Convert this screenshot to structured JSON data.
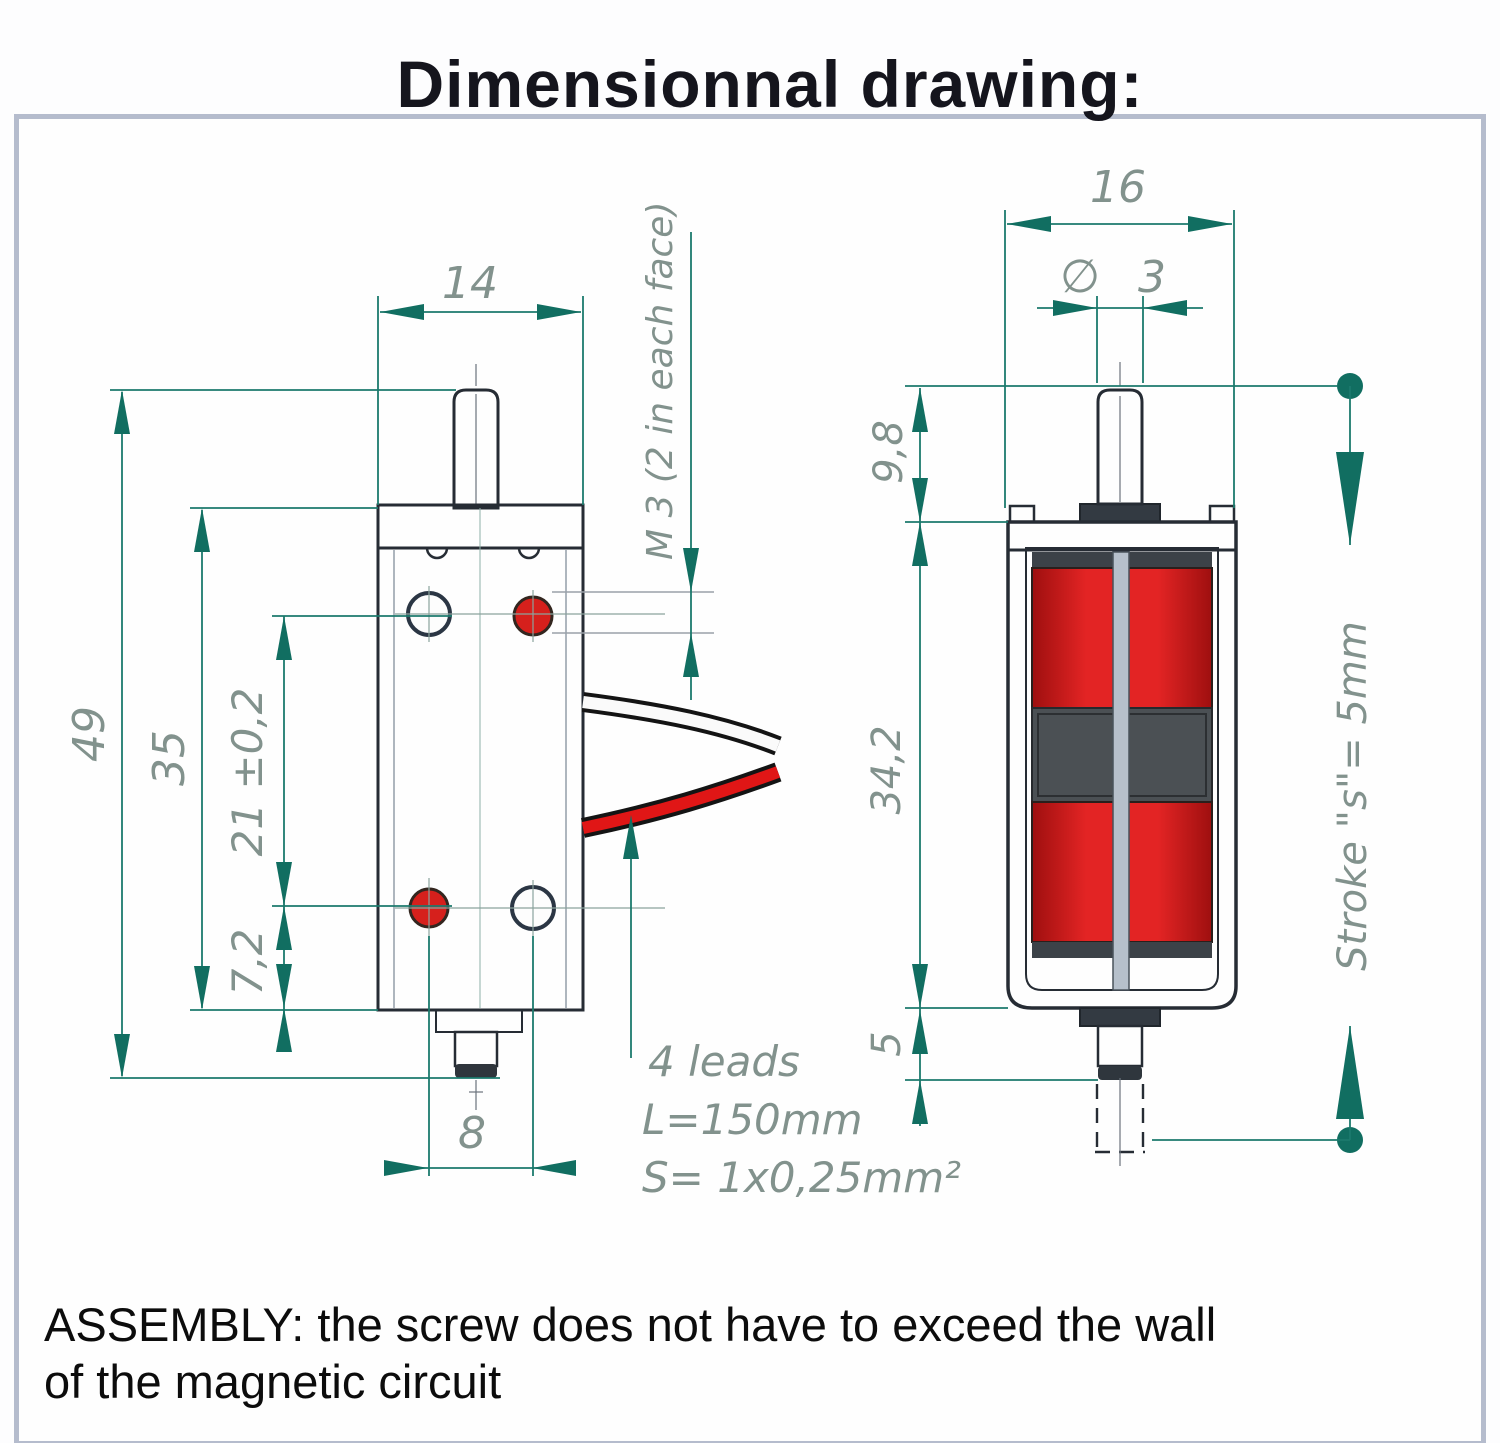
{
  "title": "Dimensionnal drawing:",
  "front_view": {
    "dims": {
      "width": "14",
      "overall_height": "49",
      "body_height": "35",
      "hole_spacing_vertical": "21 ±0,2",
      "hole_offset": "7,2",
      "hole_spacing_horizontal": "8",
      "thread_note": "M 3 (2 in each face)"
    },
    "leads_note": {
      "line1": "4 leads",
      "line2": "L=150mm",
      "line3": "S= 1x0,25mm²"
    }
  },
  "side_view": {
    "dims": {
      "width": "16",
      "diameter_symbol": "∅",
      "diameter_value": "3",
      "plunger_extension": "9,8",
      "body_height": "34,2",
      "stud_protrusion": "5",
      "stroke_note": "Stroke \"s\"= 5mm"
    }
  },
  "footer": {
    "line1": "ASSEMBLY: the screw does not have to exceed the wall",
    "line2": "of the magnetic circuit"
  },
  "colors": {
    "dimension": "#1c7a6d",
    "label": "#82928d",
    "coil_red": "#d81f1f",
    "hole_red": "#d6201c",
    "wire_red": "#e01616",
    "wire_white": "#fafafa",
    "body_fill": "#cdd6e0",
    "outline": "#262c34",
    "box_border": "#b5bccd"
  }
}
